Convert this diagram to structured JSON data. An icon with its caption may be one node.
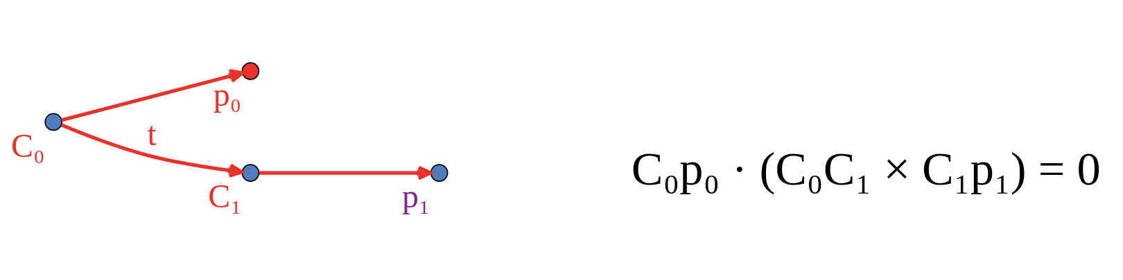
{
  "diagram": {
    "nodes": [
      {
        "text": [],
        "shape": "circle",
        "beside": [
          "C₀"
        ]
      },
      {
        "text": [],
        "shape": "circle",
        "beside": [
          "p₀"
        ]
      },
      {
        "text": [],
        "shape": "circle",
        "beside": [
          "p₁"
        ]
      },
      {
        "text": [],
        "shape": "circle",
        "beside": [
          "C₁"
        ]
      }
    ],
    "edges": [
      {
        "from": 0,
        "to": 1,
        "arrow": "to"
      },
      {
        "from": 3,
        "to": 2,
        "arrow": "to"
      },
      {
        "from": 0,
        "to": 3,
        "arrow": "to",
        "label": "t"
      }
    ],
    "labels": [
      "C₀p₀ · (C₀C₁ × C₁p₁) = 0"
    ]
  }
}
